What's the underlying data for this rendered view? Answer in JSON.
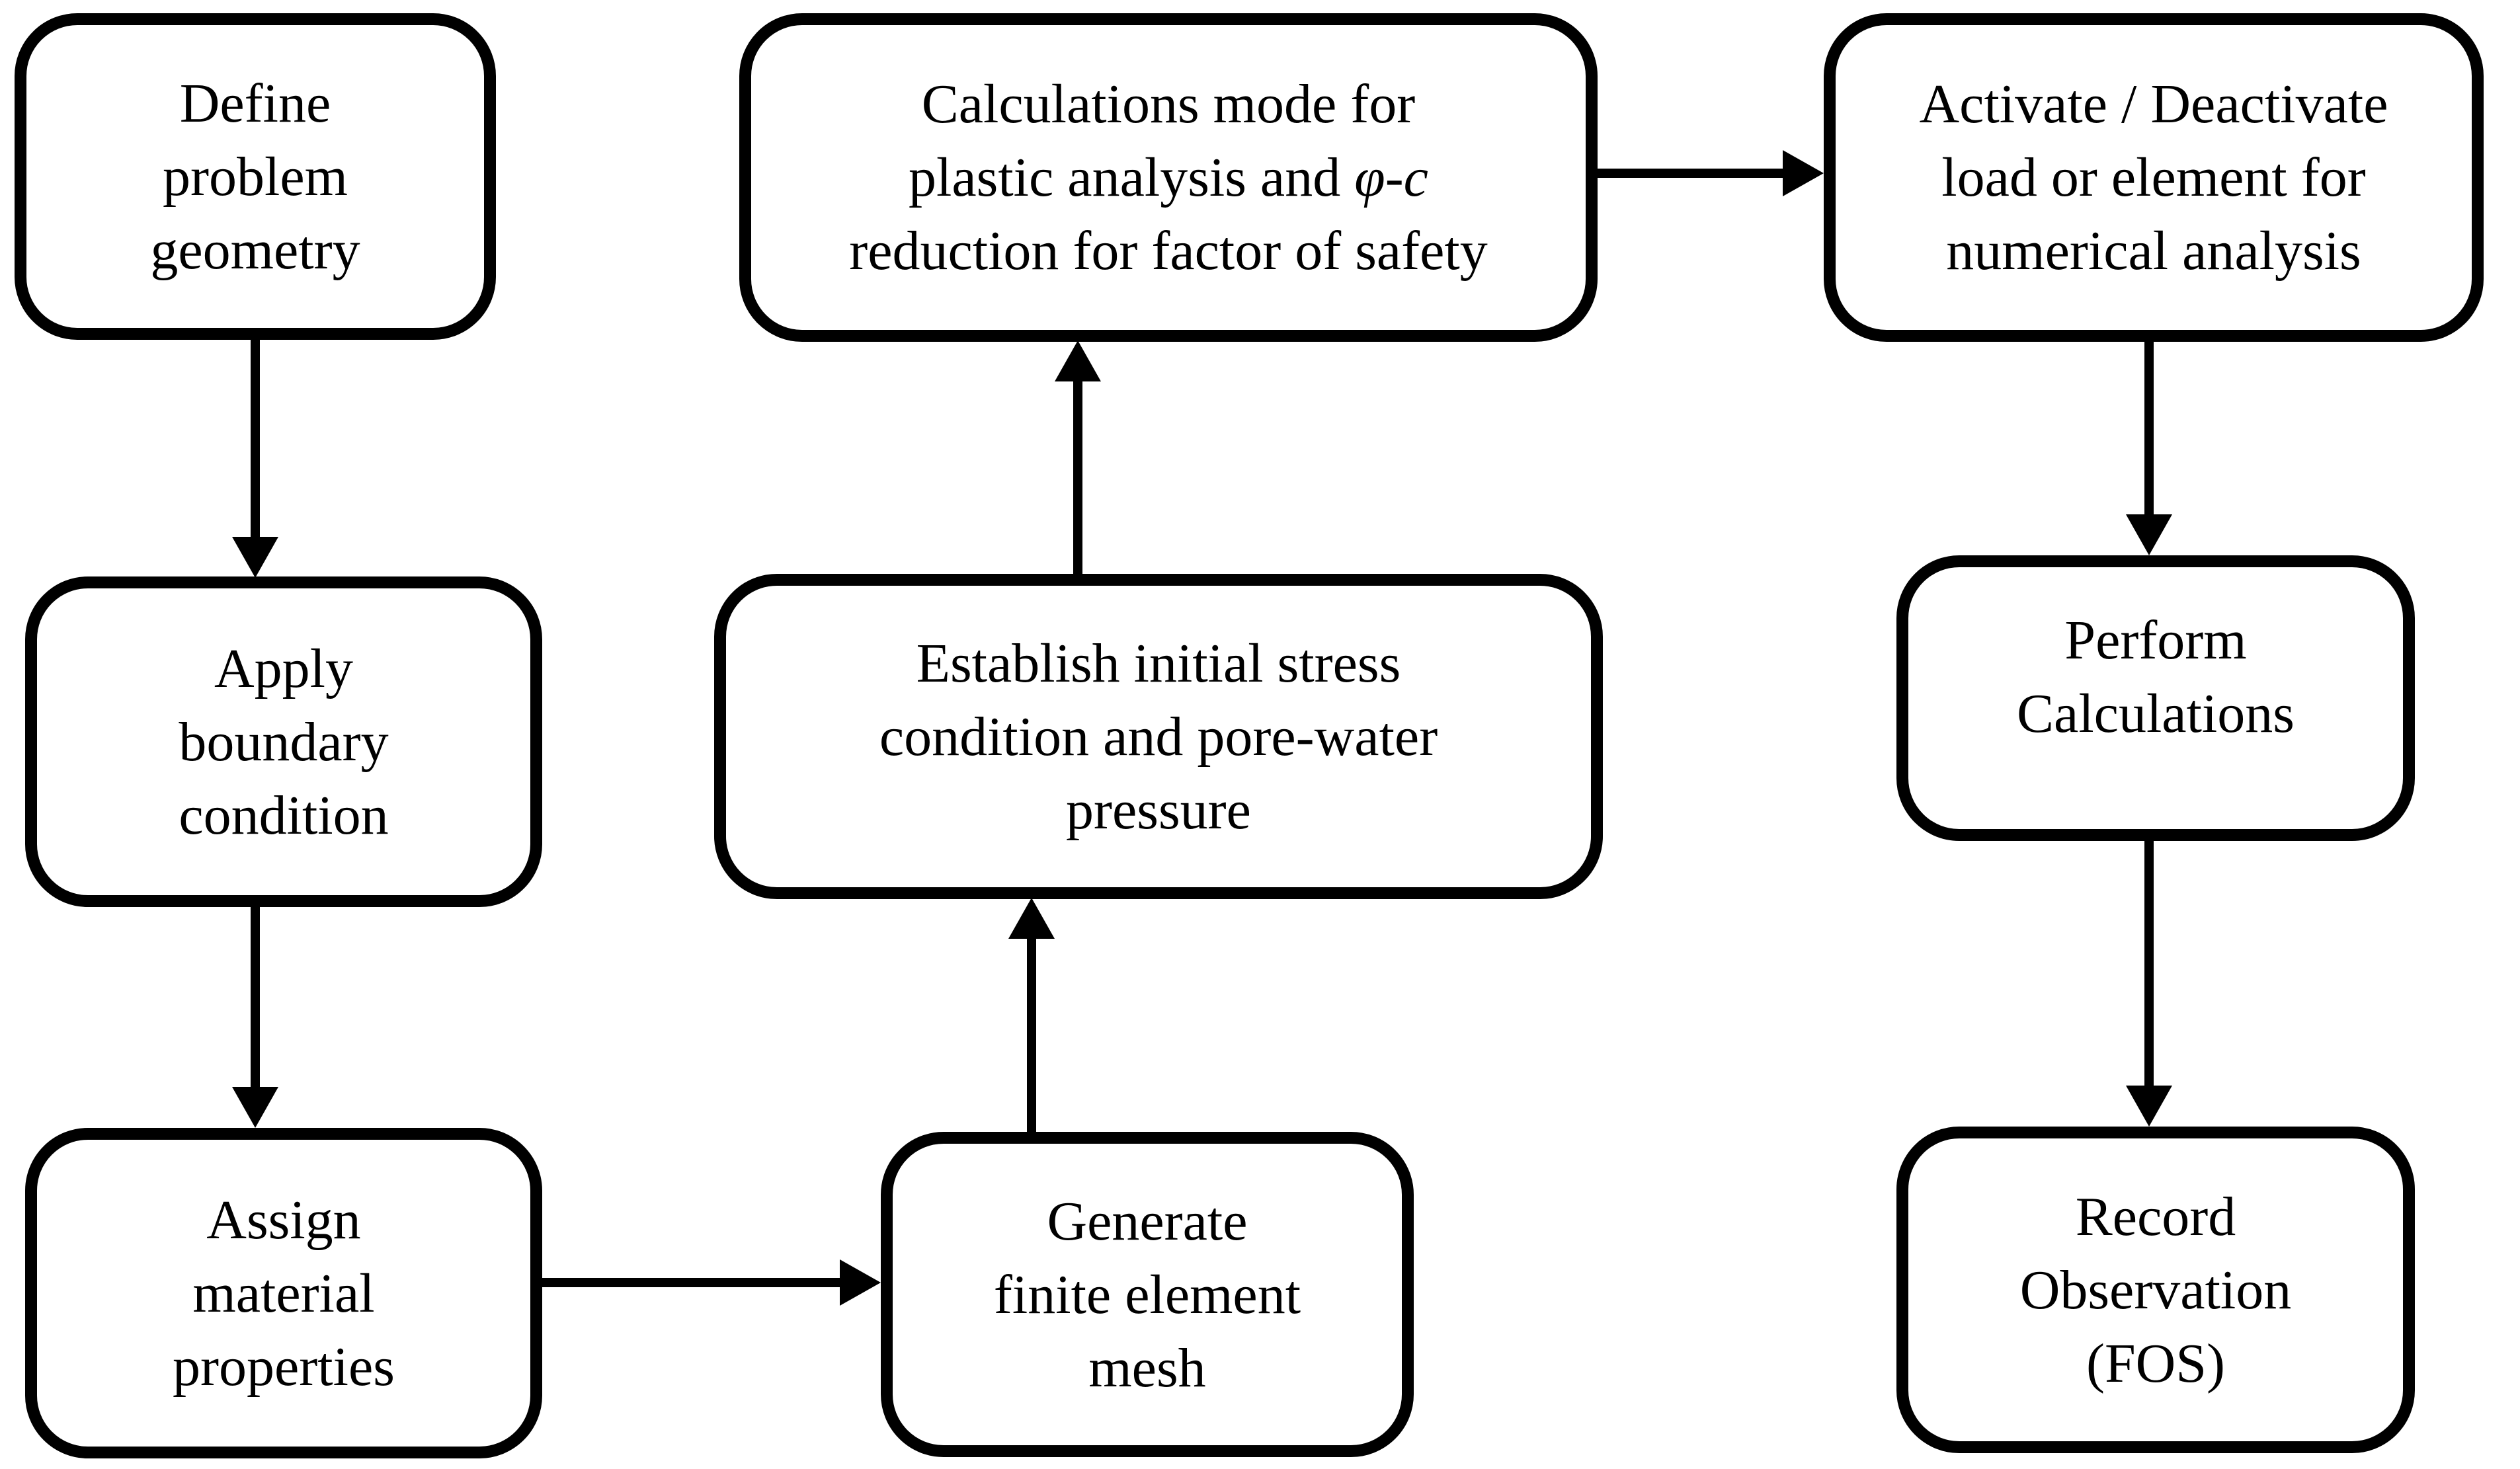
{
  "colors": {
    "background": "#ffffff",
    "stroke": "#000000",
    "text": "#000000"
  },
  "nodes": {
    "define_problem_geometry": {
      "lines": [
        "Define",
        "problem",
        "geometry"
      ]
    },
    "apply_boundary_condition": {
      "lines": [
        "Apply",
        "boundary",
        "condition"
      ]
    },
    "assign_material_properties": {
      "lines": [
        "Assign",
        "material",
        "properties"
      ]
    },
    "calculations_mode": {
      "line1": "Calculations mode for",
      "line2_plain": "plastic analysis and ",
      "line2_italic": "φ-c",
      "line3": "reduction for factor of safety"
    },
    "establish_initial_stress": {
      "lines": [
        "Establish initial stress",
        "condition and pore-water",
        "pressure"
      ]
    },
    "generate_fe_mesh": {
      "lines": [
        "Generate",
        "finite element",
        "mesh"
      ]
    },
    "activate_deactivate": {
      "lines": [
        "Activate / Deactivate",
        "load or element for",
        "numerical analysis"
      ]
    },
    "perform_calculations": {
      "lines": [
        "Perform",
        "Calculations"
      ]
    },
    "record_observation": {
      "lines": [
        "Record",
        "Observation",
        "(FOS)"
      ]
    }
  },
  "edges": [
    {
      "from": "define_problem_geometry",
      "to": "apply_boundary_condition",
      "direction": "down"
    },
    {
      "from": "apply_boundary_condition",
      "to": "assign_material_properties",
      "direction": "down"
    },
    {
      "from": "assign_material_properties",
      "to": "generate_fe_mesh",
      "direction": "right"
    },
    {
      "from": "generate_fe_mesh",
      "to": "establish_initial_stress",
      "direction": "up"
    },
    {
      "from": "establish_initial_stress",
      "to": "calculations_mode",
      "direction": "up"
    },
    {
      "from": "calculations_mode",
      "to": "activate_deactivate",
      "direction": "right"
    },
    {
      "from": "activate_deactivate",
      "to": "perform_calculations",
      "direction": "down"
    },
    {
      "from": "perform_calculations",
      "to": "record_observation",
      "direction": "down"
    }
  ]
}
